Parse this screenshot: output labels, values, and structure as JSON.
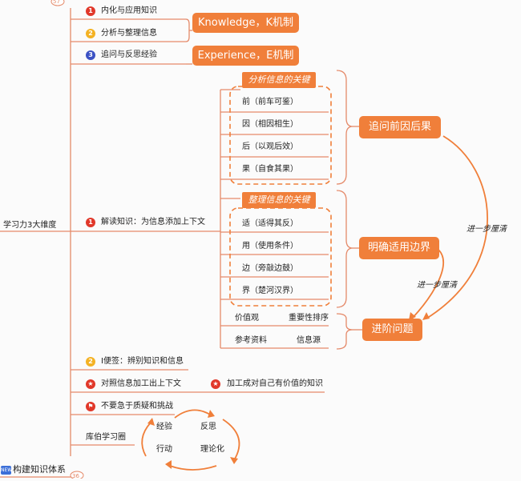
{
  "colors": {
    "accent": "#f07f3a",
    "line": "#e58a6a",
    "red": "#e1382a",
    "yellow": "#f4b223",
    "blue": "#3c52c4"
  },
  "root": {
    "label": "学习力3大维度"
  },
  "top_items": [
    {
      "num": "1",
      "label": "内化与应用知识"
    },
    {
      "num": "2",
      "label": "分析与整理信息"
    },
    {
      "num": "3",
      "label": "追问与反思经验"
    }
  ],
  "boxes": {
    "knowledge": "Knowledge，K机制",
    "experience": "Experience，E机制",
    "zhuiwen": "追问前因后果",
    "mingque": "明确适用边界",
    "jinjie": "进阶问题"
  },
  "group1": {
    "tag": "分析信息的关键",
    "items": [
      "前（前车可鉴）",
      "因（相因相生）",
      "后（以观后效）",
      "果（自食其果）"
    ]
  },
  "group2": {
    "tag": "整理信息的关键",
    "items": [
      "适（适得其反）",
      "用（使用条件）",
      "边（旁敲边鼓）",
      "界（楚河汉界）"
    ]
  },
  "extra_rows": [
    {
      "left": "价值观",
      "right": "重要性排序"
    },
    {
      "left": "参考资料",
      "right": "信息源"
    }
  ],
  "mid_item": {
    "num": "1",
    "label": "解读知识：为信息添加上下文"
  },
  "arrow_labels": {
    "a1": "进一步厘清",
    "a2": "进一步厘清"
  },
  "lower_items": {
    "bianqian": "I便签：辨别知识和信息",
    "duizhao": "对照信息加工出上下文",
    "jiagong": "加工成对自己有价值的知识",
    "buyao": "不要急于质疑和挑战",
    "kubo": "库伯学习圈"
  },
  "cycle": [
    "经验",
    "反思",
    "行动",
    "理论化"
  ],
  "bottom": {
    "label": "构建知识体系",
    "badge_new": "NEW",
    "count": "36",
    "top_count": "57"
  }
}
